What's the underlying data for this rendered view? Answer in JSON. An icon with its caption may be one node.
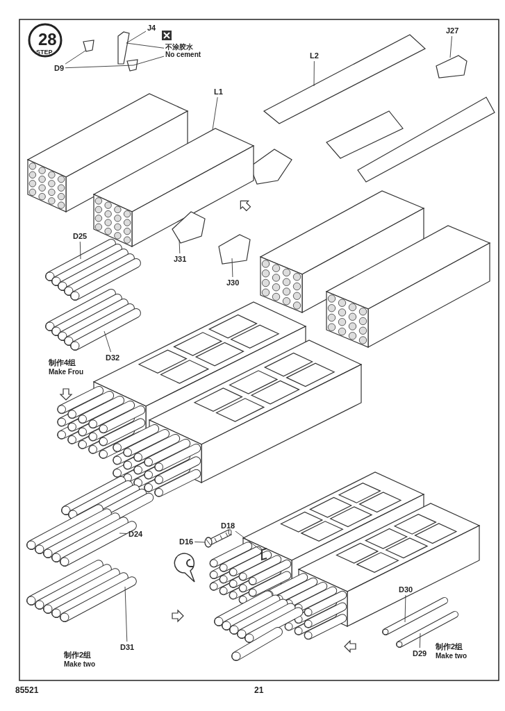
{
  "diagram": {
    "nodes": [
      {
        "text": [
          "J4"
        ]
      },
      {
        "text": [
          "D9"
        ]
      },
      {
        "text": [
          "不涂胶水",
          "No cement"
        ]
      },
      {
        "text": [
          "L1"
        ]
      },
      {
        "text": [
          "L2"
        ]
      },
      {
        "text": [
          "J27"
        ]
      },
      {
        "text": [
          "J31"
        ]
      },
      {
        "text": [
          "J30"
        ]
      },
      {
        "text": [
          "D25"
        ]
      },
      {
        "text": [
          "D32"
        ]
      },
      {
        "text": [
          "D18"
        ]
      },
      {
        "text": [
          "D16"
        ]
      },
      {
        "text": [
          "D24"
        ]
      },
      {
        "text": [
          "D31"
        ]
      },
      {
        "text": [
          "D30"
        ]
      },
      {
        "text": [
          "D29"
        ]
      },
      {
        "text": [],
        "shape": "picture"
      },
      {
        "text": [],
        "shape": "picture"
      },
      {
        "text": [],
        "shape": "picture"
      },
      {
        "text": [],
        "shape": "picture"
      },
      {
        "text": [],
        "shape": "picture"
      },
      {
        "text": [],
        "shape": "picture"
      },
      {
        "text": [],
        "shape": "picture"
      },
      {
        "text": [],
        "shape": "picture"
      },
      {
        "text": [],
        "shape": "picture"
      },
      {
        "text": [],
        "shape": "picture"
      },
      {
        "text": [],
        "shape": "picture"
      },
      {
        "text": [],
        "shape": "picture"
      },
      {
        "text": [],
        "shape": "picture"
      },
      {
        "text": [],
        "shape": "picture"
      },
      {
        "text": [],
        "shape": "picture"
      },
      {
        "text": [],
        "shape": "picture"
      }
    ],
    "edges": [
      {
        "from": 0,
        "to": 16,
        "arrow": "none"
      },
      {
        "from": 1,
        "to": 17,
        "arrow": "none"
      },
      {
        "from": 1,
        "to": 18,
        "arrow": "none"
      },
      {
        "from": 2,
        "to": 16,
        "arrow": "none"
      },
      {
        "from": 2,
        "to": 18,
        "arrow": "none"
      },
      {
        "from": 3,
        "to": 19,
        "arrow": "none"
      },
      {
        "from": 4,
        "to": 20,
        "arrow": "none"
      },
      {
        "from": 5,
        "to": 21,
        "arrow": "none"
      },
      {
        "from": 6,
        "to": 22,
        "arrow": "none"
      },
      {
        "from": 7,
        "to": 23,
        "arrow": "none"
      },
      {
        "from": 8,
        "to": 24,
        "arrow": "none"
      },
      {
        "from": 9,
        "to": 25,
        "arrow": "none"
      },
      {
        "from": 10,
        "to": 26,
        "arrow": "none"
      },
      {
        "from": 11,
        "to": 27,
        "arrow": "none"
      },
      {
        "from": 12,
        "to": 28,
        "arrow": "none"
      },
      {
        "from": 13,
        "to": 29,
        "arrow": "none"
      },
      {
        "from": 14,
        "to": 30,
        "arrow": "none"
      },
      {
        "from": 15,
        "to": 31,
        "arrow": "none"
      }
    ],
    "labels": [
      "28",
      "STEP",
      "制作4组",
      "Make Frou",
      "制作2组",
      "Make two",
      "制作2组",
      "Make two",
      "85521",
      "21"
    ]
  }
}
